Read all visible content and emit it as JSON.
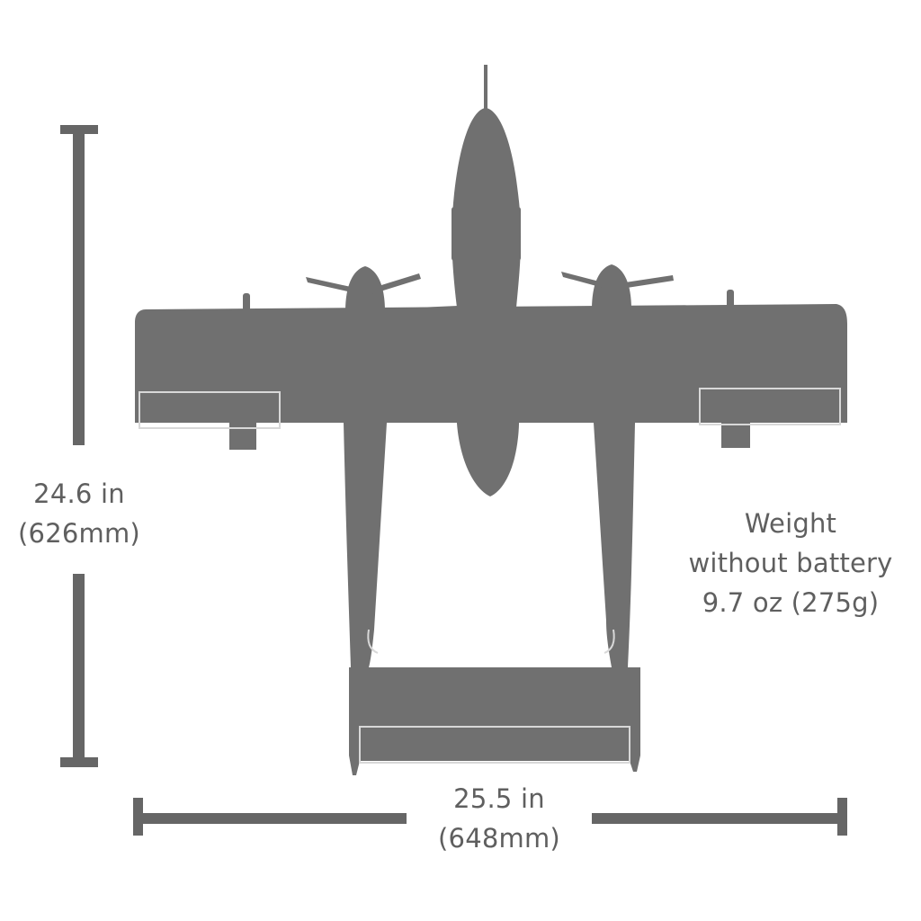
{
  "colors": {
    "aircraft": "#707070",
    "aircraft_outline": "#d8d8d8",
    "dimension_bar": "#666666",
    "text": "#5f5f5f",
    "background": "#ffffff"
  },
  "height_dimension": {
    "value_in": "24.6 in",
    "value_mm": "(626mm)"
  },
  "width_dimension": {
    "value_in": "25.5 in",
    "value_mm": "(648mm)"
  },
  "weight": {
    "line1": "Weight",
    "line2": "without battery",
    "line3": "9.7 oz (275g)"
  }
}
